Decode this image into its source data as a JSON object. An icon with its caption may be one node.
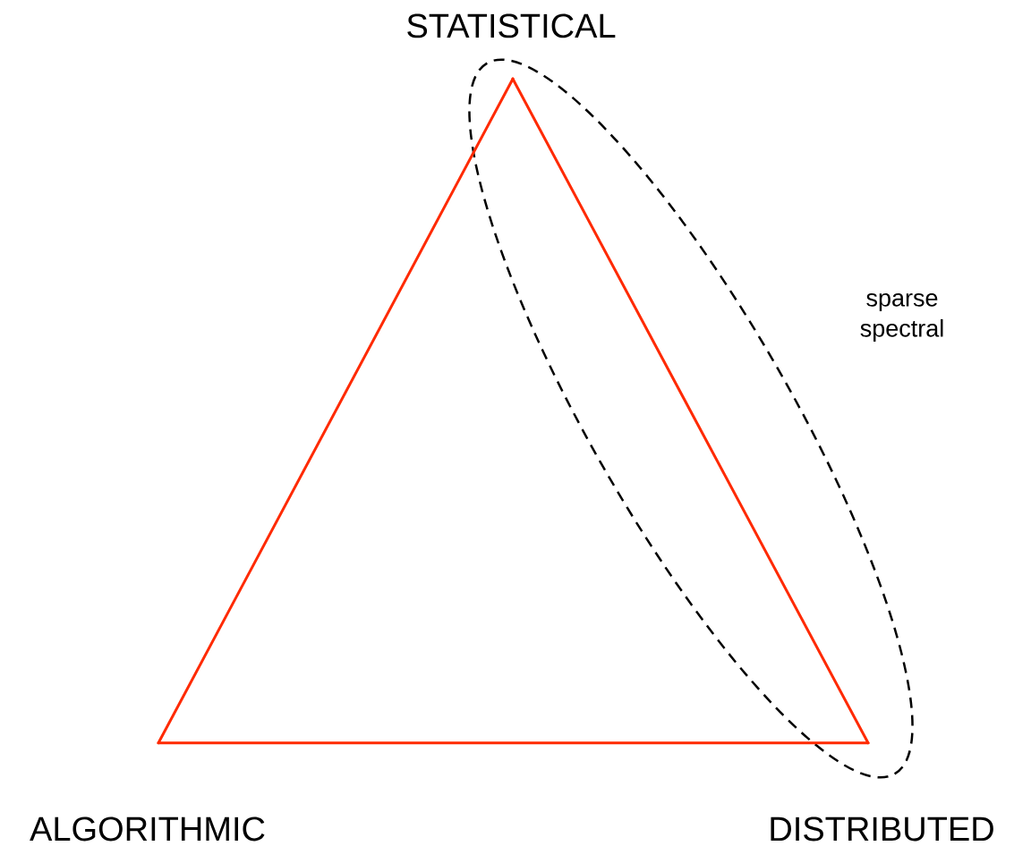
{
  "diagram": {
    "nodes": [
      {
        "text": [
          "STATISTICAL"
        ]
      },
      {
        "text": [
          "ALGORITHMIC"
        ]
      },
      {
        "text": [
          "DISTRIBUTED"
        ]
      }
    ],
    "edges": [
      {
        "from": 0,
        "to": 1,
        "arrow": "none"
      },
      {
        "from": 1,
        "to": 2,
        "arrow": "none"
      },
      {
        "from": 2,
        "to": 0,
        "arrow": "none"
      }
    ],
    "labels": [
      "sparse spectral"
    ]
  }
}
